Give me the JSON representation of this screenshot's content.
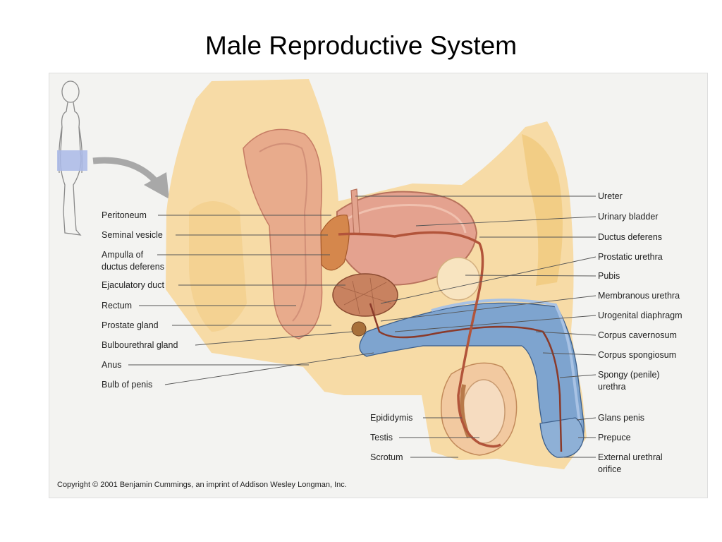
{
  "slide": {
    "title": "Male Reproductive System"
  },
  "figure": {
    "labels_left": [
      {
        "id": "peritoneum",
        "text": "Peritoneum"
      },
      {
        "id": "seminal-vesicle",
        "text": "Seminal vesicle"
      },
      {
        "id": "ampulla-line1",
        "text": "Ampulla of"
      },
      {
        "id": "ampulla-line2",
        "text": "ductus deferens"
      },
      {
        "id": "ejaculatory-duct",
        "text": "Ejaculatory duct"
      },
      {
        "id": "rectum",
        "text": "Rectum"
      },
      {
        "id": "prostate-gland",
        "text": "Prostate gland"
      },
      {
        "id": "bulbourethral-gland",
        "text": "Bulbourethral gland"
      },
      {
        "id": "anus",
        "text": "Anus"
      },
      {
        "id": "bulb-of-penis",
        "text": "Bulb of penis"
      }
    ],
    "labels_bottom": [
      {
        "id": "epididymis",
        "text": "Epididymis"
      },
      {
        "id": "testis",
        "text": "Testis"
      },
      {
        "id": "scrotum",
        "text": "Scrotum"
      }
    ],
    "labels_right": [
      {
        "id": "ureter",
        "text": "Ureter"
      },
      {
        "id": "urinary-bladder",
        "text": "Urinary bladder"
      },
      {
        "id": "ductus-deferens",
        "text": "Ductus deferens"
      },
      {
        "id": "prostatic-urethra",
        "text": "Prostatic urethra"
      },
      {
        "id": "pubis",
        "text": "Pubis"
      },
      {
        "id": "membranous-urethra",
        "text": "Membranous urethra"
      },
      {
        "id": "urogenital-diaphragm",
        "text": "Urogenital diaphragm"
      },
      {
        "id": "corpus-cavernosum",
        "text": "Corpus cavernosum"
      },
      {
        "id": "corpus-spongiosum",
        "text": "Corpus spongiosum"
      },
      {
        "id": "spongy-urethra-line1",
        "text": "Spongy (penile)"
      },
      {
        "id": "spongy-urethra-line2",
        "text": "urethra"
      },
      {
        "id": "glans-penis",
        "text": "Glans penis"
      },
      {
        "id": "prepuce",
        "text": "Prepuce"
      },
      {
        "id": "external-orifice-line1",
        "text": "External urethral"
      },
      {
        "id": "external-orifice-line2",
        "text": "orifice"
      }
    ],
    "copyright": "Copyright © 2001 Benjamin Cummings, an imprint of Addison Wesley Longman, Inc.",
    "colors": {
      "tissue": "#f6d9a0",
      "muscle": "#e8ab8c",
      "bladder": "#e4a28f",
      "erectile": "#7ea4cf",
      "duct": "#b2543a",
      "highlight": "#a9b8e8"
    }
  }
}
